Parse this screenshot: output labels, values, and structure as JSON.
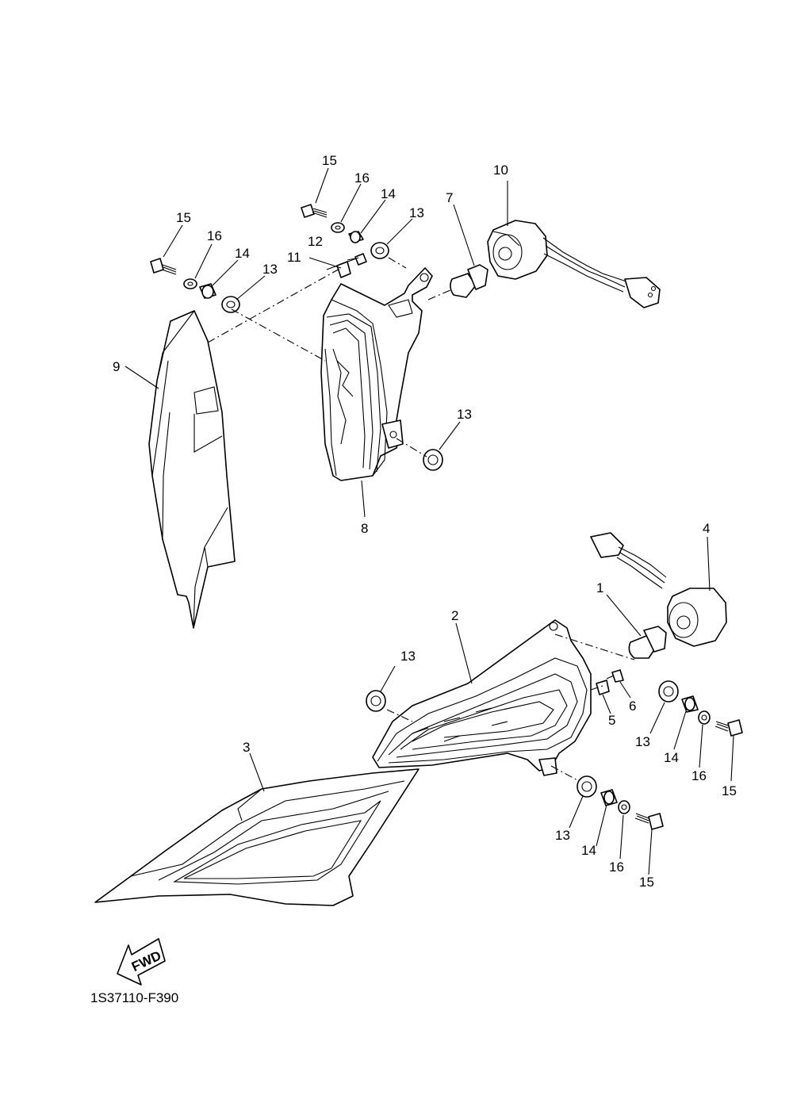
{
  "diagram": {
    "reference_code": "1S37110-F390",
    "fwd_label": "FWD"
  },
  "callouts": [
    {
      "id": "c-15a",
      "text": "15"
    },
    {
      "id": "c-16a",
      "text": "16"
    },
    {
      "id": "c-14a",
      "text": "14"
    },
    {
      "id": "c-13a",
      "text": "13"
    },
    {
      "id": "c-10",
      "text": "10"
    },
    {
      "id": "c-7",
      "text": "7"
    },
    {
      "id": "c-15b",
      "text": "15"
    },
    {
      "id": "c-16b",
      "text": "16"
    },
    {
      "id": "c-14b",
      "text": "14"
    },
    {
      "id": "c-13b",
      "text": "13"
    },
    {
      "id": "c-12",
      "text": "12"
    },
    {
      "id": "c-11",
      "text": "11"
    },
    {
      "id": "c-9",
      "text": "9"
    },
    {
      "id": "c-13c",
      "text": "13"
    },
    {
      "id": "c-8",
      "text": "8"
    },
    {
      "id": "c-4",
      "text": "4"
    },
    {
      "id": "c-1",
      "text": "1"
    },
    {
      "id": "c-2",
      "text": "2"
    },
    {
      "id": "c-13d",
      "text": "13"
    },
    {
      "id": "c-6",
      "text": "6"
    },
    {
      "id": "c-5",
      "text": "5"
    },
    {
      "id": "c-13e",
      "text": "13"
    },
    {
      "id": "c-14c",
      "text": "14"
    },
    {
      "id": "c-16c",
      "text": "16"
    },
    {
      "id": "c-15c",
      "text": "15"
    },
    {
      "id": "c-3",
      "text": "3"
    },
    {
      "id": "c-13f",
      "text": "13"
    },
    {
      "id": "c-14d",
      "text": "14"
    },
    {
      "id": "c-16d",
      "text": "16"
    },
    {
      "id": "c-15d",
      "text": "15"
    }
  ]
}
